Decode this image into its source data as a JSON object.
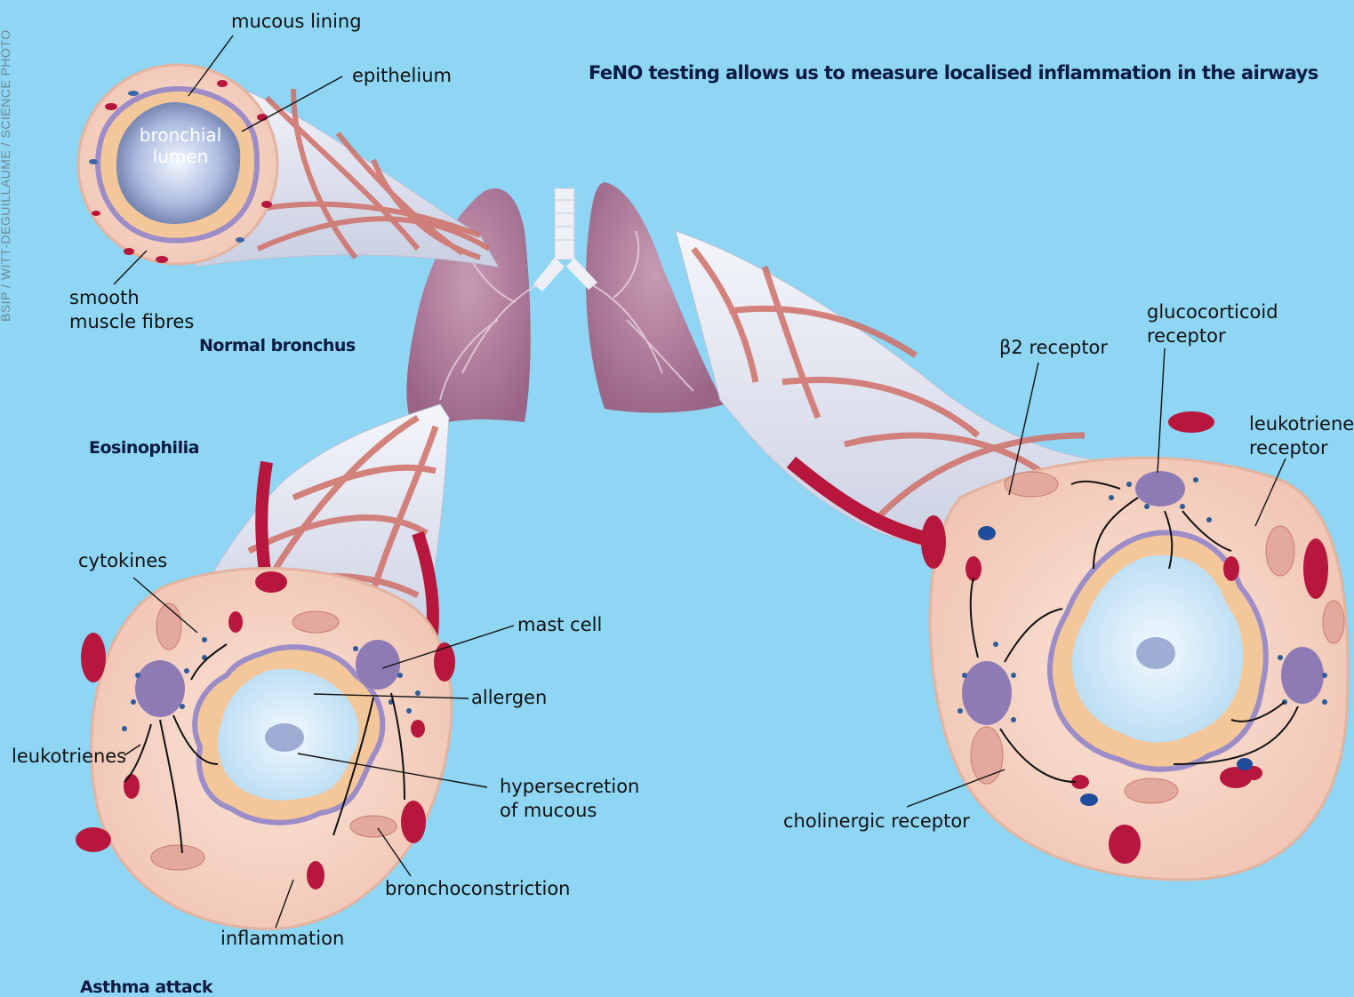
{
  "title": "FeNO testing allows us to measure localised inflammation in the airways",
  "credit": "BSIP / WITT-DEGUILLAUME / SCIENCE PHOTO",
  "section_headers": {
    "normal": "Normal bronchus",
    "eosinophilia": "Eosinophilia",
    "attack": "Asthma attack"
  },
  "labels": {
    "mucous_lining": "mucous lining",
    "epithelium": "epithelium",
    "bronchial": "bronchial",
    "lumen": "lumen",
    "smooth": "smooth",
    "muscle_fibres": "muscle fibres",
    "cytokines": "cytokines",
    "mast_cell": "mast cell",
    "allergen": "allergen",
    "leukotrienes": "leukotrienes",
    "hypersecretion": "hypersecretion",
    "of_mucous": "of mucous",
    "bronchoconstriction": "bronchoconstriction",
    "inflammation": "inflammation",
    "beta2_receptor": "β2 receptor",
    "glucocorticoid": "glucocorticoid",
    "receptor": "receptor",
    "leukotriene": "leukotriene",
    "receptor2": "receptor",
    "cholinergic_receptor": "cholinergic receptor"
  },
  "colors": {
    "background": "#8ed6f4",
    "tissue": "#f4d3c4",
    "muscle": "#c9665f",
    "vessel": "#b8173d",
    "lung": "#b07a99",
    "lumen": "#cfe8f7",
    "mast_cell": "#8e7bb5",
    "header_text": "#0a1a40"
  }
}
